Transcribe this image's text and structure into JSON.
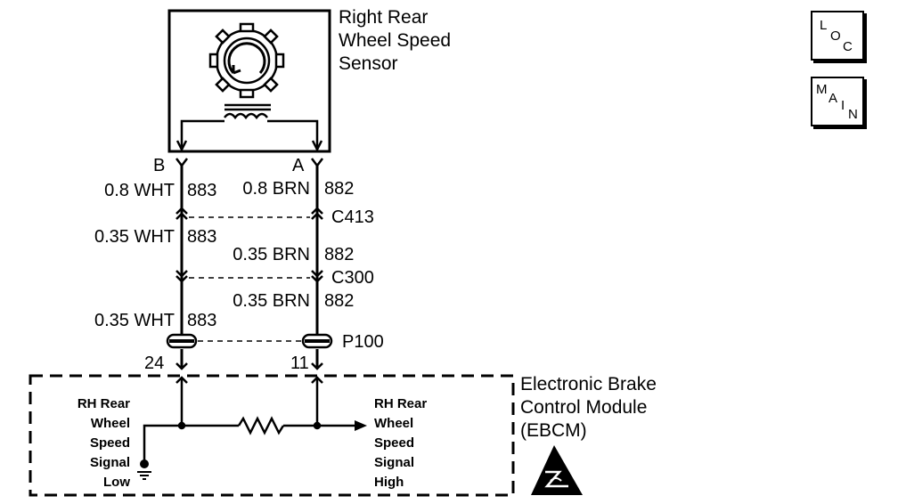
{
  "sensor": {
    "title_lines": [
      "Right Rear",
      "Wheel Speed",
      "Sensor"
    ]
  },
  "terminals": {
    "b": "B",
    "a": "A"
  },
  "wires": [
    {
      "gauge_color": "0.8 WHT",
      "circuit": "883"
    },
    {
      "gauge_color": "0.8 BRN",
      "circuit": "882"
    },
    {
      "gauge_color": "0.35 WHT",
      "circuit": "883"
    },
    {
      "gauge_color": "0.35 BRN",
      "circuit": "882"
    },
    {
      "gauge_color": "0.35 BRN",
      "circuit": "882"
    },
    {
      "gauge_color": "0.35 WHT",
      "circuit": "883"
    }
  ],
  "connectors": {
    "c413": "C413",
    "c300": "C300",
    "p100": "P100"
  },
  "pins": {
    "left": "24",
    "right": "11"
  },
  "module": {
    "title_lines": [
      "Electronic Brake",
      "Control Module",
      "(EBCM)"
    ]
  },
  "signals": {
    "low": [
      "RH Rear",
      "Wheel",
      "Speed",
      "Signal",
      "Low"
    ],
    "high": [
      "RH Rear",
      "Wheel",
      "Speed",
      "Signal",
      "High"
    ]
  },
  "nav": {
    "loc": {
      "l": "L",
      "o": "O",
      "c": "C"
    },
    "main": {
      "m": "M",
      "a": "A",
      "i": "I",
      "n": "N"
    }
  }
}
